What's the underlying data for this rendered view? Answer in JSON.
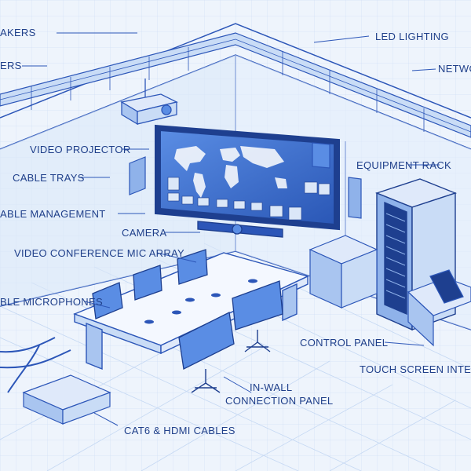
{
  "labels": {
    "speakers_top": "AKERS",
    "speakers_left": "ERS",
    "led_lighting": "LED LIGHTING",
    "network": "NETWO",
    "video_projector": "VIDEO PROJECTOR",
    "cable_trays": "CABLE TRAYS",
    "equipment_rack": "EQUIPMENT RACK",
    "cable_management": "ABLE MANAGEMENT",
    "camera": "CAMERA",
    "mic_array": "VIDEO CONFERENCE MIC ARRAY",
    "table_microphones": "BLE MICROPHONES",
    "control_panel": "CONTROL PANEL",
    "touch_screen": "TOUCH SCREEN INTERF",
    "in_wall_line1": "IN-WALL",
    "in_wall_line2": "CONNECTION PANEL",
    "cables": "CAT6 & HDMI CABLES"
  },
  "colors": {
    "background": "#eef4fc",
    "line": "#2c56b8",
    "label": "#1f3f8a",
    "screen": "#3c6fd4",
    "fill_light": "#c9dcf6",
    "fill_mid": "#8fb2ea"
  }
}
